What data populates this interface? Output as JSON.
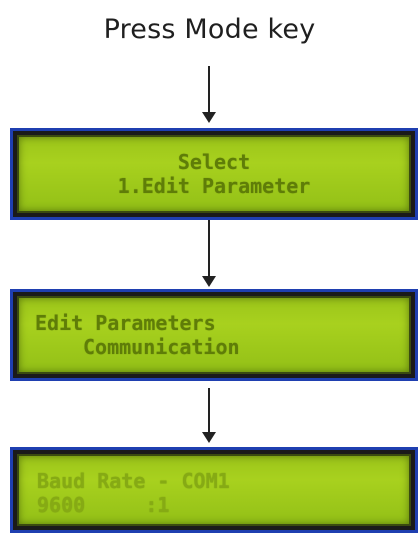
{
  "title": "Press Mode key",
  "screens": [
    {
      "line1": "Select",
      "line2": "1.Edit Parameter"
    },
    {
      "line1": "Edit Parameters",
      "line2": "Communication"
    },
    {
      "line1": "Baud Rate - COM1",
      "line2": "9600     :1"
    }
  ],
  "colors": {
    "lcd_background": "#a8d11e",
    "lcd_text": "#5f7d08",
    "frame_border": "#1f3fb0",
    "arrow": "#222222"
  }
}
